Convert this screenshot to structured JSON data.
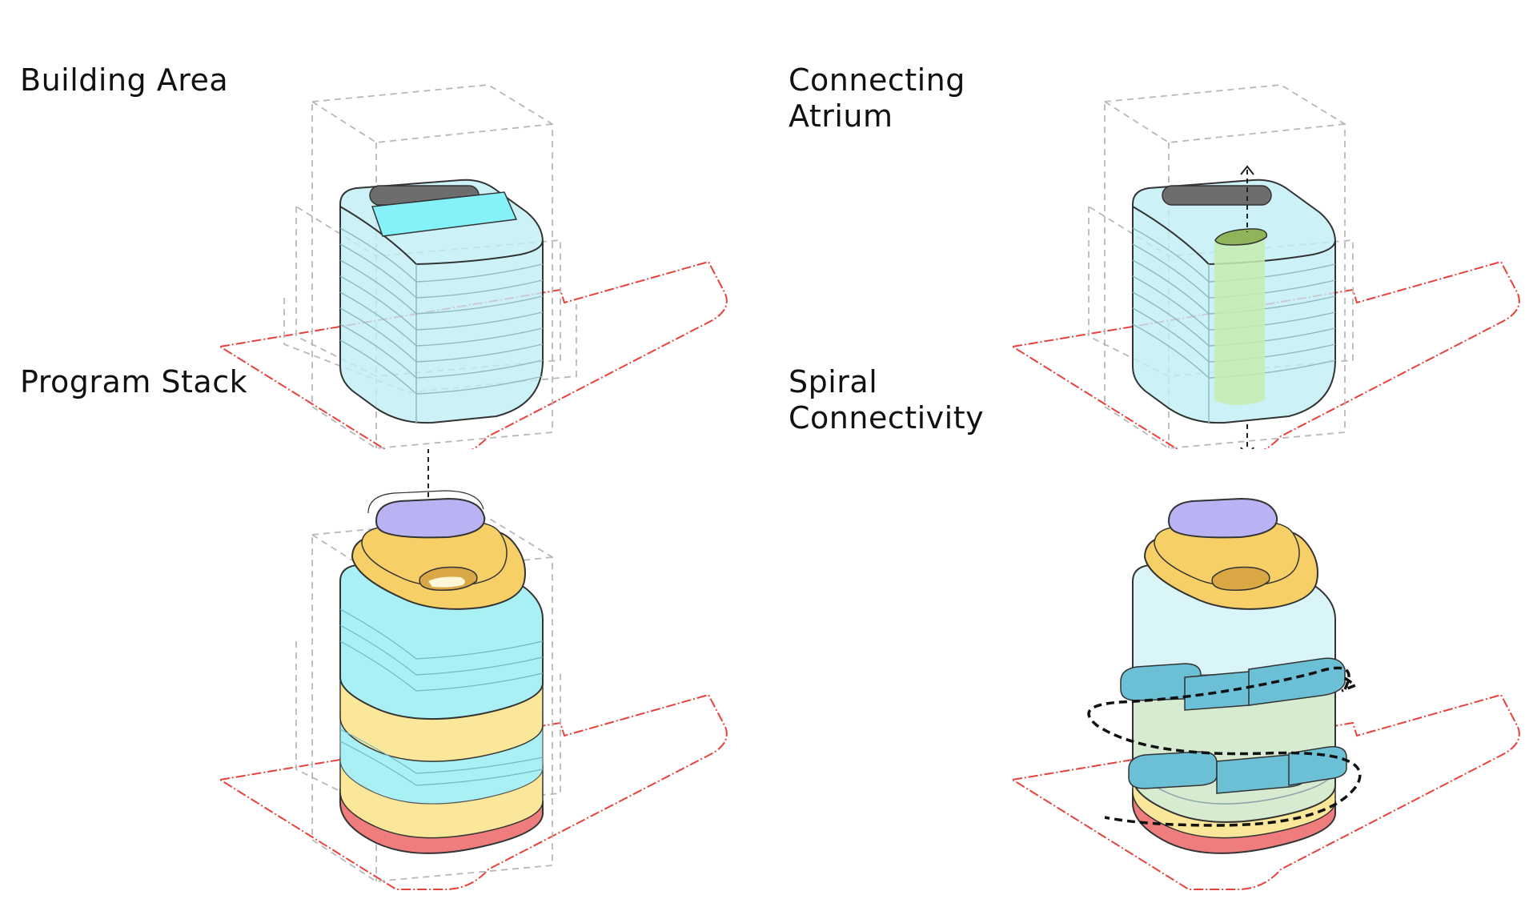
{
  "panels": [
    {
      "title": "Building Area"
    },
    {
      "title": "Connecting\nAtrium"
    },
    {
      "title": "Program Stack"
    },
    {
      "title": "Spiral\nConnectivity"
    }
  ],
  "colors": {
    "site_outline": "#e8413c",
    "context_dashed": "#b8b8b8",
    "volume_blue": "#bfeff6",
    "atrium_green": "#c6ecb0",
    "program_purple": "#b9b3f3",
    "program_yellow": "#f6d067",
    "program_light_yellow": "#fbe79a",
    "program_cyan": "#a9f0f4",
    "program_red": "#f07d7d",
    "bridge_blue": "#6cc0d6",
    "roof_dark": "#6d6d6d",
    "skylight_cyan": "#84f2f8"
  }
}
